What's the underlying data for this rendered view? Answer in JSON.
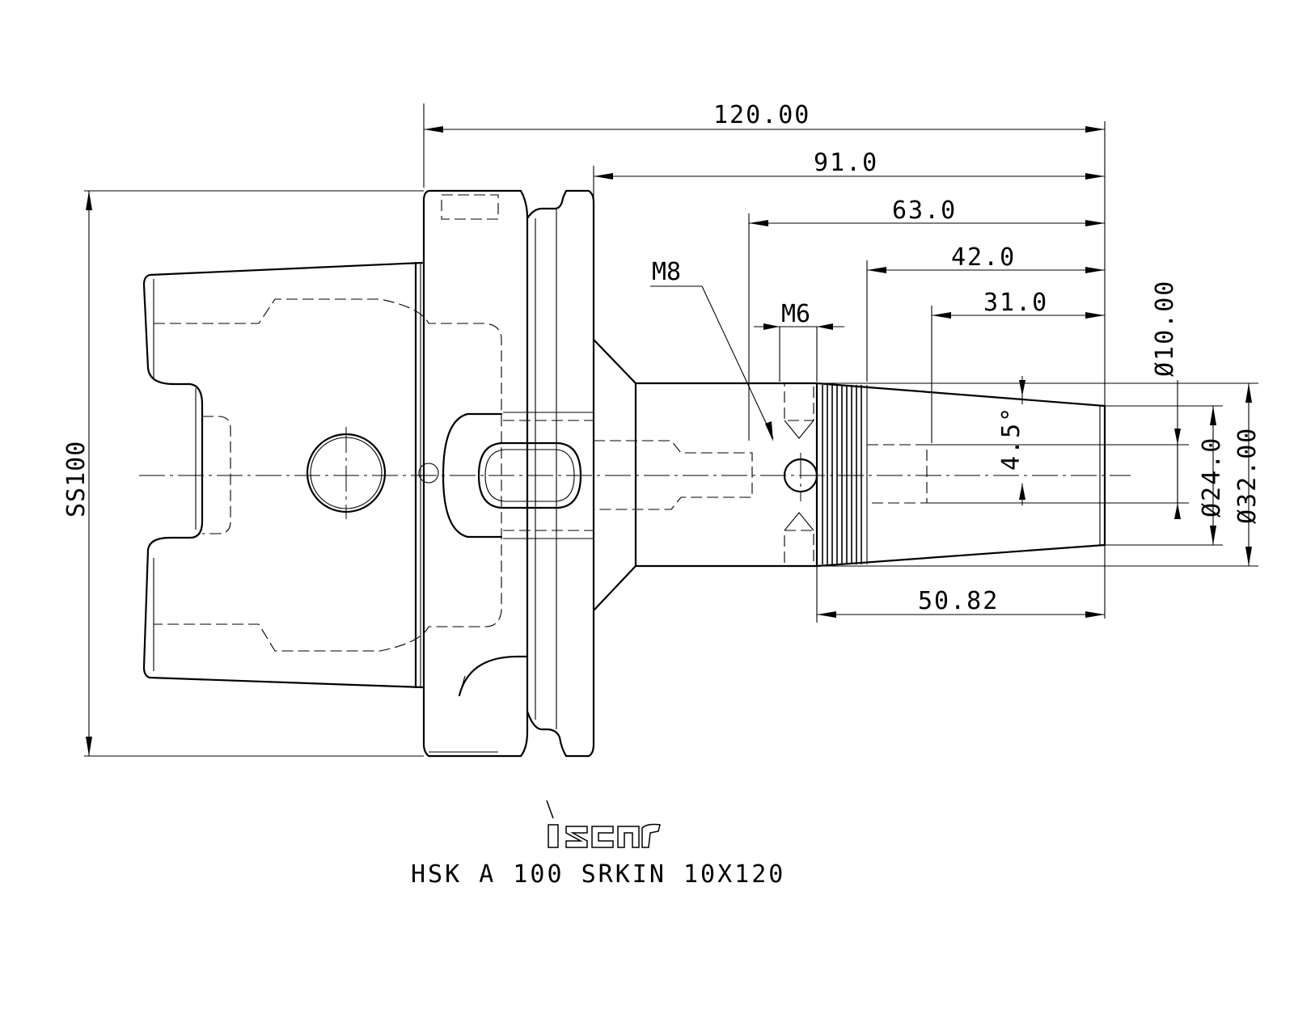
{
  "drawing": {
    "dimensions": {
      "overall_length": "120.00",
      "length_91": "91.0",
      "length_63": "63.0",
      "length_42": "42.0",
      "length_31": "31.0",
      "thread_length": "50.82",
      "flange_size": "SS100",
      "bore_diameter": "Ø10.00",
      "taper_diameter": "Ø24.0",
      "nose_diameter": "Ø32.00",
      "taper_angle": "4.5°",
      "thread_m8": "M8",
      "thread_m6": "M6"
    },
    "logo_text": "iscar",
    "product_code": "HSK A 100 SRKIN 10X120"
  }
}
